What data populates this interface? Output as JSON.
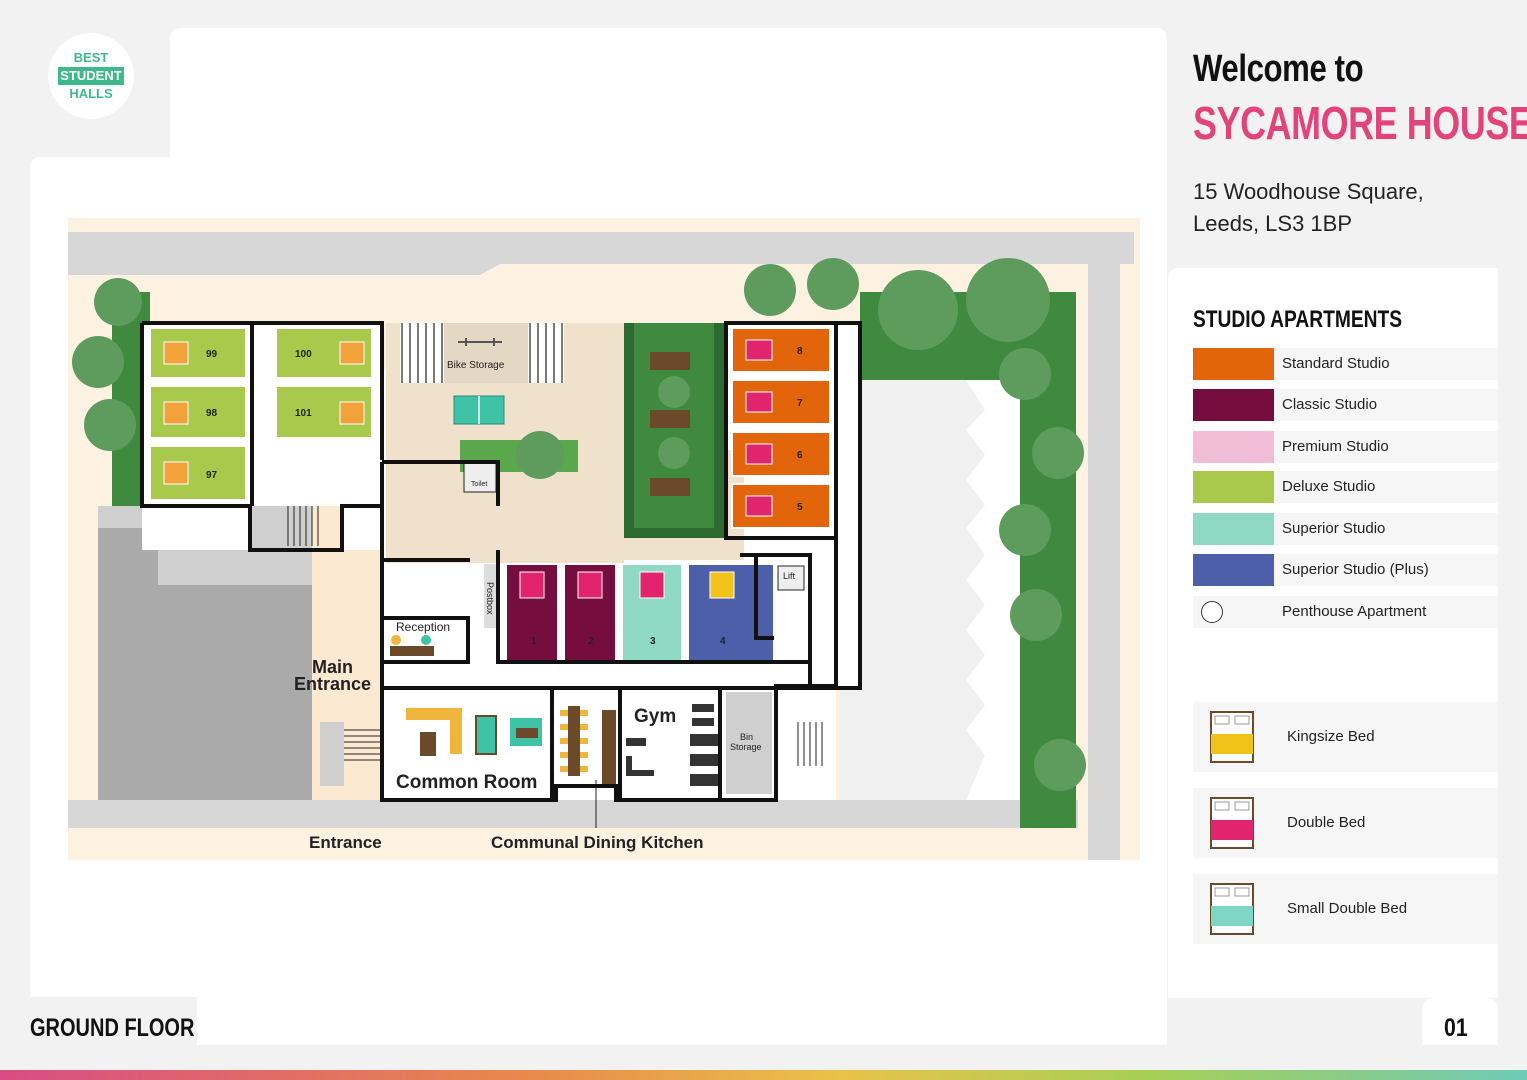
{
  "logo": {
    "line1": "BEST",
    "line2": "STUDENT",
    "line3": "HALLS"
  },
  "header": {
    "welcome": "Welcome to",
    "name": "SYCAMORE HOUSE",
    "address_line1": "15 Woodhouse Square,",
    "address_line2": "Leeds, LS3 1BP"
  },
  "legend": {
    "heading": "STUDIO APARTMENTS",
    "items": [
      {
        "label": "Standard Studio",
        "color": "#e2650c"
      },
      {
        "label": "Classic Studio",
        "color": "#750e3f"
      },
      {
        "label": "Premium Studio",
        "color": "#f0bcd6"
      },
      {
        "label": "Deluxe Studio",
        "color": "#a8c94b"
      },
      {
        "label": "Superior Studio",
        "color": "#8fd9c3"
      },
      {
        "label": "Superior Studio (Plus)",
        "color": "#4c5fa8"
      },
      {
        "label": "Penthouse Apartment",
        "color": "#ffffff"
      }
    ],
    "beds": [
      {
        "label": "Kingsize Bed",
        "color": "#f0c21a",
        "icon": "kingsize-bed-icon"
      },
      {
        "label": "Double Bed",
        "color": "#e0246e",
        "icon": "double-bed-icon"
      },
      {
        "label": "Small Double Bed",
        "color": "#7fd6c5",
        "icon": "small-double-bed-icon"
      }
    ]
  },
  "map": {
    "rooms_deluxe": [
      "99",
      "100",
      "98",
      "101",
      "97"
    ],
    "rooms_standard": [
      "8",
      "7",
      "6",
      "5"
    ],
    "rooms_center": [
      "1",
      "2",
      "3",
      "4"
    ],
    "labels": {
      "bike_storage": "Bike Storage",
      "toilet": "Toilet",
      "postbox": "Postbox",
      "reception": "Reception",
      "lift": "Lift",
      "main_entrance_1": "Main",
      "main_entrance_2": "Entrance",
      "gym": "Gym",
      "bin_storage_1": "Bin",
      "bin_storage_2": "Storage",
      "common_room": "Common Room",
      "entrance": "Entrance",
      "communal_kitchen": "Communal Dining Kitchen"
    }
  },
  "footer": {
    "floor": "GROUND FLOOR",
    "page": "01"
  }
}
